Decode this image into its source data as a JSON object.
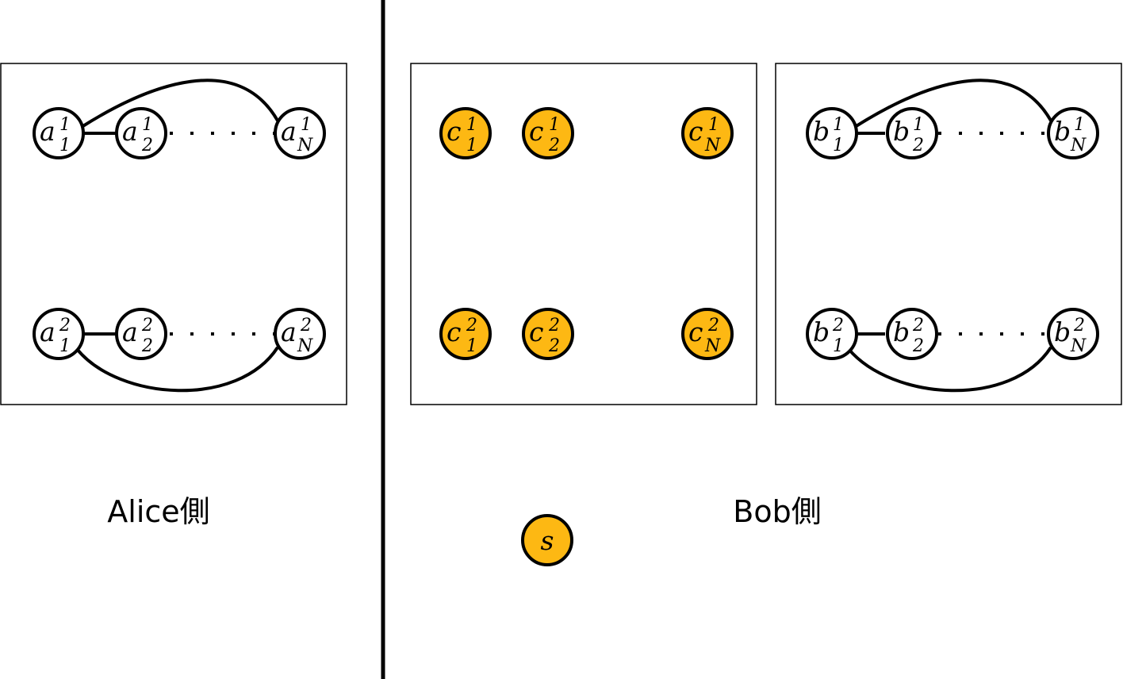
{
  "labels": {
    "alice_side": "Alice側",
    "bob_side": "Bob側"
  },
  "colors": {
    "node_white": "#ffffff",
    "node_orange": "#FDB813",
    "stroke": "#000000"
  },
  "alice_nodes": [
    {
      "letter": "a",
      "sup": "1",
      "sub": "1"
    },
    {
      "letter": "a",
      "sup": "1",
      "sub": "2"
    },
    {
      "letter": "a",
      "sup": "1",
      "sub": "N"
    },
    {
      "letter": "a",
      "sup": "2",
      "sub": "1"
    },
    {
      "letter": "a",
      "sup": "2",
      "sub": "2"
    },
    {
      "letter": "a",
      "sup": "2",
      "sub": "N"
    }
  ],
  "c_nodes": [
    {
      "letter": "c",
      "sup": "1",
      "sub": "1"
    },
    {
      "letter": "c",
      "sup": "1",
      "sub": "2"
    },
    {
      "letter": "c",
      "sup": "1",
      "sub": "N"
    },
    {
      "letter": "c",
      "sup": "2",
      "sub": "1"
    },
    {
      "letter": "c",
      "sup": "2",
      "sub": "2"
    },
    {
      "letter": "c",
      "sup": "2",
      "sub": "N"
    }
  ],
  "bob_nodes": [
    {
      "letter": "b",
      "sup": "1",
      "sub": "1"
    },
    {
      "letter": "b",
      "sup": "1",
      "sub": "2"
    },
    {
      "letter": "b",
      "sup": "1",
      "sub": "N"
    },
    {
      "letter": "b",
      "sup": "2",
      "sub": "1"
    },
    {
      "letter": "b",
      "sup": "2",
      "sub": "2"
    },
    {
      "letter": "b",
      "sup": "2",
      "sub": "N"
    }
  ],
  "s_node": {
    "letter": "s"
  }
}
